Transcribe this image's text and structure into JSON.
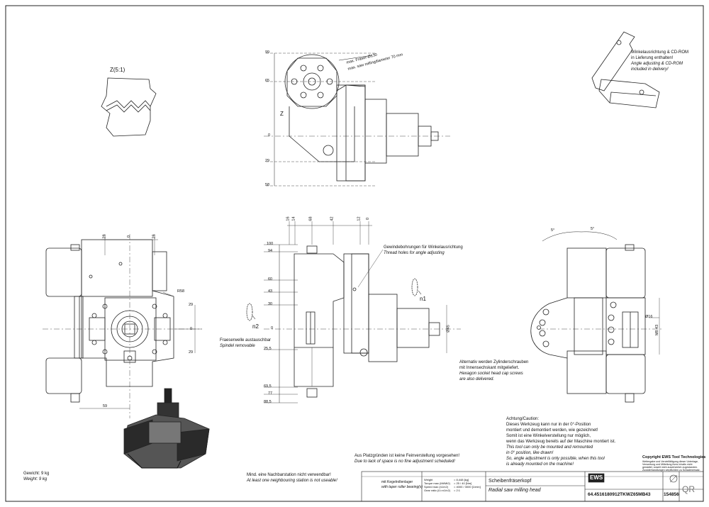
{
  "detail": {
    "label": "Z(5:1)"
  },
  "zmark": "Z",
  "top_view": {
    "dims": [
      "99",
      "65",
      "0",
      "29",
      "58"
    ],
    "note_de": "max. Fräser-Ø130",
    "note_en": "max. saw millingdiameter 70 mm"
  },
  "angle_note": {
    "de1": "Winkelausrichtung & CD-ROM",
    "de2": "in Lieferung enthalten!",
    "en1": "Angle adjusting & CD-ROM",
    "en2": "included in delivery!"
  },
  "front_view": {
    "top_dims": [
      "29",
      "0",
      "29"
    ],
    "right_dims": [
      "29",
      "0",
      "29"
    ],
    "r_label": "R58",
    "bottom_dim": "59"
  },
  "side_view": {
    "top_dims": [
      "16",
      "14",
      "68",
      "42",
      "12",
      "0"
    ],
    "left_dims": [
      "100",
      "94",
      "60",
      "43",
      "30",
      "0",
      "25,5",
      "69,5",
      "77",
      "88,5"
    ],
    "dia": "Ø45",
    "gewinde_de": "Gewindebohrungen für Winkelausrichtung",
    "gewinde_en": "Thread holes for angle adjusting",
    "n1": "n1",
    "n2": "n2",
    "spindle_de": "Fraeserwelle austauschbar",
    "spindle_en": "Spindel removable",
    "alt_de1": "Alternativ werden Zylinderschrauben",
    "alt_de2": "mit Innensechskant mitgeliefert.",
    "alt_en1": "Hexagon socket head cap screws",
    "alt_en2": "are also delivered."
  },
  "right_view": {
    "angle_left": "5°",
    "angle_right": "5°",
    "dia16": "Ø16",
    "m8": "M8 43"
  },
  "caution": {
    "title": "Achtung/Caution:",
    "de1": "Dieses Werkzeug kann nur in der 0°-Position",
    "de2": "montiert und demontiert werden, wie gezeichnet!",
    "de3": "Somit ist eine Winkelverstellung nur möglich,",
    "de4": "wenn das Werkzeug bereits auf der Maschine montiert ist.",
    "en1": "This tool can only be mounted and remounted",
    "en2": "in 0° position, like drawn!",
    "en3": "So, angle adjustment is only possible, when this tool",
    "en4": "is already mounted on the machine!"
  },
  "platz": {
    "de": "Aus Platzgründen ist keine Feinverstellung vorgesehen!",
    "en": "Due to lack of space is no fine adjustment scheduled!"
  },
  "mind": {
    "de": "Mind. eine Nachbarstation nicht verwendbar!",
    "en": "At least one neighbouring station is not useable!"
  },
  "weight": {
    "de": "Gewicht: 9 kg",
    "en": "Weight: 9 kg"
  },
  "copyright": {
    "title": "Copyright EWS Tool Technologies",
    "l1": "Weitergabe und Vervielfältigung dieser Unterlage,",
    "l2": "Verwertung und Mitteilung ihres Inhalts nicht",
    "l3": "gestattet, soweit nicht ausdrücklich zugestanden.",
    "l4": "Zuwiderhandlungen verpflichten zu Schadenersatz."
  },
  "titleblock": {
    "bearing_de": "mit Kegelrollenlager",
    "bearing_en": "with taper roller bearing(s)",
    "w_label": "Weight",
    "w_val": "= 8,448 [kg]",
    "t_label": "Torque max (Mt/Mt2)",
    "t_val": "= 25 / 40 [Nm]",
    "s_label": "Speed max (n1/n2)",
    "s_val": "= 4000 / 3000 [1/min]",
    "g_label": "Gear ratio (i1=n1/n2)",
    "g_val": "= 2:1",
    "name_de": "Scheibenfräserkopf",
    "name_en": "Radial saw milling head",
    "part_no": "64.4516180912TKWZ65MB43",
    "number": "154856",
    "logo": "EWS",
    "qr": "QR"
  }
}
